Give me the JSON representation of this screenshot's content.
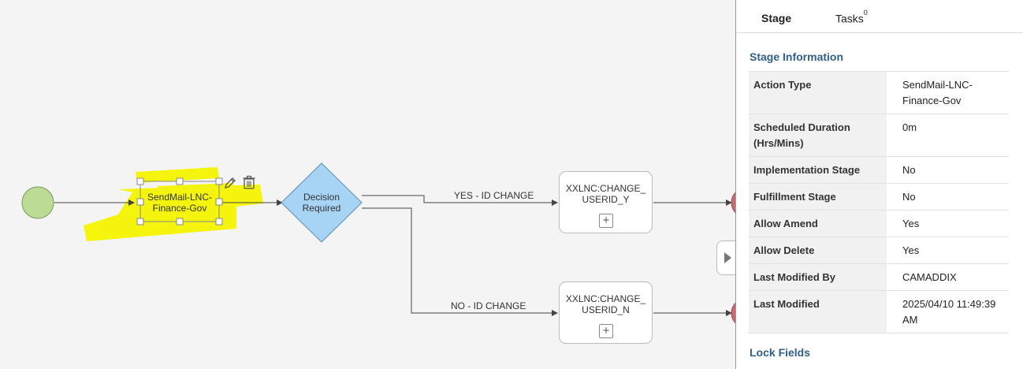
{
  "colors": {
    "start_fill": "#bcdc96",
    "decision_fill": "#a7d3f5",
    "highlight": "#f5f500",
    "end_fill": "#c96b70",
    "section_title": "#2f5f8a"
  },
  "flow": {
    "start_node": "start",
    "stage_node": {
      "label_line1": "SendMail-LNC-",
      "label_line2": "Finance-Gov"
    },
    "decision_node": {
      "label_line1": "Decision",
      "label_line2": "Required"
    },
    "edge_yes_label": "YES - ID CHANGE",
    "edge_no_label": "NO - ID CHANGE",
    "task_yes": {
      "label": "XXLNC:CHANGE_USERID_Y",
      "add_label": "+"
    },
    "task_no": {
      "label": "XXLNC:CHANGE_USERID_N",
      "add_label": "+"
    },
    "icons": {
      "edit": "pencil-icon",
      "delete": "trash-icon",
      "collapse": "chevron-right-icon"
    }
  },
  "panel": {
    "tabs": [
      {
        "label": "Stage"
      },
      {
        "label": "Tasks",
        "badge": "0"
      }
    ],
    "stage_info_title": "Stage Information",
    "rows": [
      {
        "key": "Action Type",
        "value": "SendMail-LNC-Finance-Gov"
      },
      {
        "key": "Scheduled Duration (Hrs/Mins)",
        "value": "0m"
      },
      {
        "key": "Implementation Stage",
        "value": "No"
      },
      {
        "key": "Fulfillment Stage",
        "value": "No"
      },
      {
        "key": "Allow Amend",
        "value": "Yes"
      },
      {
        "key": "Allow Delete",
        "value": "Yes"
      },
      {
        "key": "Last Modified By",
        "value": "CAMADDIX"
      },
      {
        "key": "Last Modified",
        "value": "2025/04/10 11:49:39 AM"
      }
    ],
    "lock_fields_title": "Lock Fields"
  }
}
